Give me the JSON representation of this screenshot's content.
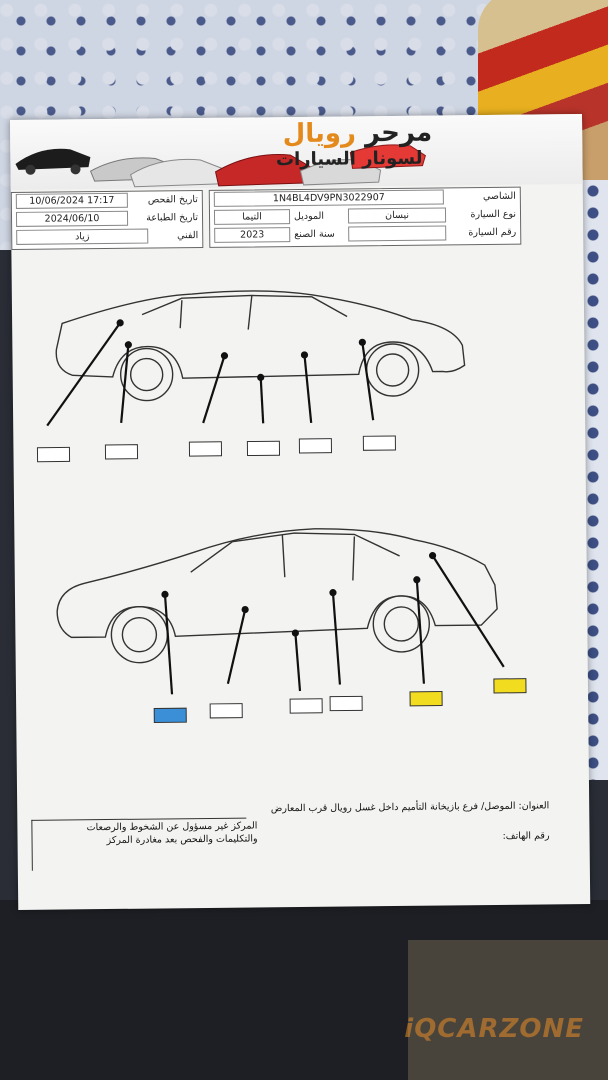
{
  "logo": {
    "title_main": "مرحر",
    "title_accent": "رويال",
    "subtitle": "لسونار السيارات"
  },
  "info_left": [
    {
      "label": "تاريخ الفحص",
      "value": "10/06/2024 17:17"
    },
    {
      "label": "تاريخ الطباعة",
      "value": "2024/06/10"
    },
    {
      "label": "الفني",
      "value": "زياد"
    }
  ],
  "info_right": {
    "chassis_label": "الشاصي",
    "chassis_value": "1N4BL4DV9PN3022907",
    "car_type_label": "نوع السيارة",
    "car_type_value": "نيسان",
    "model_label": "الموديل",
    "model_value": "التيما",
    "year_label": "سنة الصنع",
    "year_value": "2023",
    "plate_label": "رقم السيارة",
    "plate_value": ""
  },
  "markers": {
    "top": [
      {
        "color": "#ffffff"
      },
      {
        "color": "#ffffff"
      },
      {
        "color": "#ffffff"
      },
      {
        "color": "#ffffff"
      },
      {
        "color": "#ffffff"
      },
      {
        "color": "#ffffff"
      }
    ],
    "bottom": [
      {
        "color": "#3a8fd6"
      },
      {
        "color": "#ffffff"
      },
      {
        "color": "#ffffff"
      },
      {
        "color": "#ffffff"
      },
      {
        "color": "#f2dc1f"
      },
      {
        "color": "#f2dc1f"
      }
    ]
  },
  "footer": {
    "address": "العنوان: الموصل/ فرع بازيخانة التأميم داخل غسل رويال قرب المعارض",
    "phone": "رقم الهاتف:",
    "note_line1": "المركز غير مسؤول عن الشخوط والرصعات",
    "note_line2": "والتكليمات والفحص بعد مغادرة المركز"
  },
  "watermark": "iQCARZONE"
}
